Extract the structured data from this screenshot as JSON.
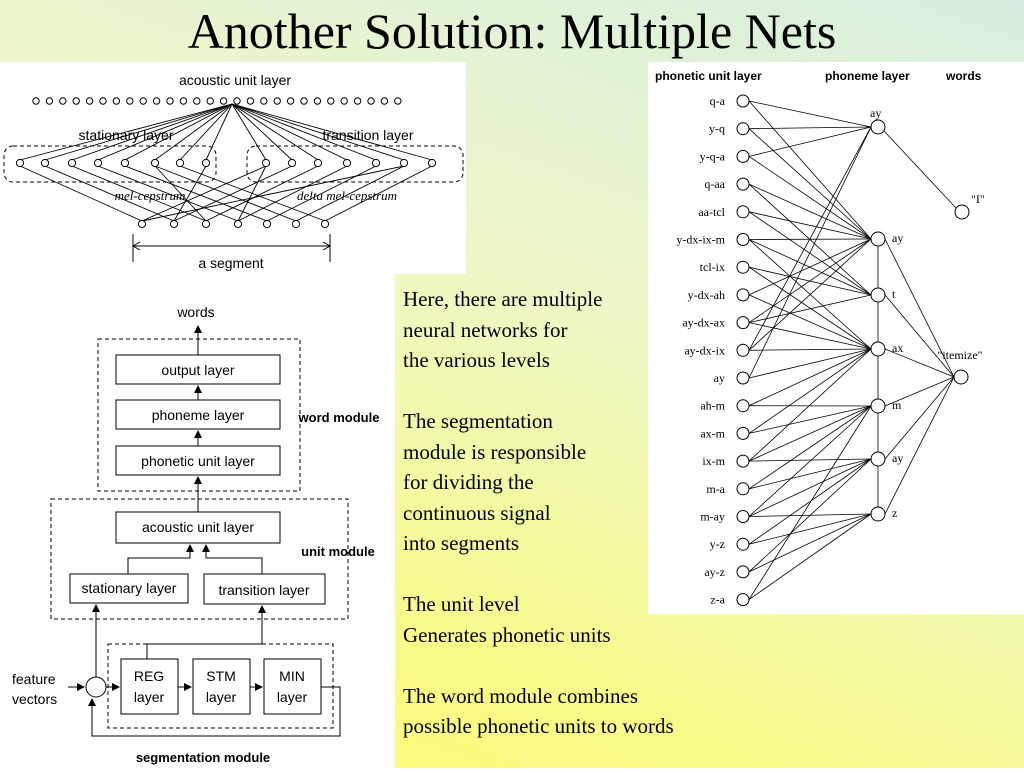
{
  "title": "Another Solution:  Multiple Nets",
  "segment_diagram": {
    "acoustic_unit_layer": "acoustic unit layer",
    "stationary_layer": "stationary layer",
    "transition_layer": "transition layer",
    "mel_cepstrum": "mel-cepstrum",
    "delta_mel_cepstrum": "delta mel-cepstrum",
    "a_segment": "a segment"
  },
  "module_diagram": {
    "words": "words",
    "output_layer": "output layer",
    "phoneme_layer": "phoneme layer",
    "phonetic_unit_layer": "phonetic unit layer",
    "word_module": "word module",
    "acoustic_unit_layer": "acoustic unit layer",
    "unit_module": "unit module",
    "stationary_layer": "stationary layer",
    "transition_layer": "transition layer",
    "feature_vectors_1": "feature",
    "feature_vectors_2": "vectors",
    "reg_1": "REG",
    "reg_2": "layer",
    "stm_1": "STM",
    "stm_2": "layer",
    "min_1": "MIN",
    "min_2": "layer",
    "segmentation_module": "segmentation module"
  },
  "phonetic_network": {
    "header_phonetic": "phonetic unit layer",
    "header_phoneme": "phoneme layer",
    "header_words": "words",
    "units": [
      "q-a",
      "y-q",
      "y-q-a",
      "q-aa",
      "aa-tcl",
      "y-dx-ix-m",
      "tcl-ix",
      "y-dx-ah",
      "ay-dx-ax",
      "ay-dx-ix",
      "ay",
      "ah-m",
      "ax-m",
      "ix-m",
      "m-a",
      "m-ay",
      "y-z",
      "ay-z",
      "z-a"
    ],
    "phonemes": [
      "ay",
      "ay",
      "t",
      "ax",
      "m",
      "ay",
      "z"
    ],
    "words": [
      "\"I\"",
      "\"itemize\""
    ]
  },
  "notes": {
    "p1": [
      "Here, there are multiple",
      "neural networks for",
      "the various levels"
    ],
    "p2": [
      "The segmentation",
      "module is responsible",
      "for dividing the",
      "continuous signal",
      "into segments"
    ],
    "p3": [
      "The unit level",
      "Generates phonetic units"
    ],
    "p4": [
      "The word module combines",
      "possible phonetic units to words"
    ]
  }
}
